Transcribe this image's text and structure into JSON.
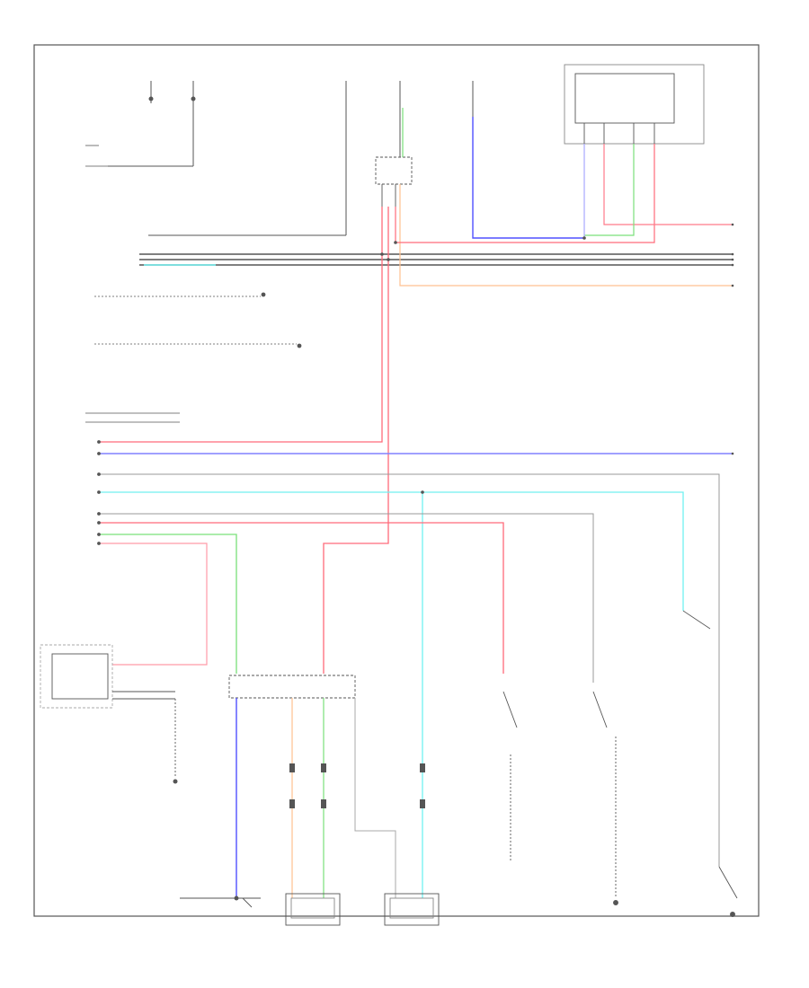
{
  "diagram": {
    "title": "",
    "footer_code": "",
    "colors": {
      "frame": "#555555",
      "wire_black": "#555555",
      "wire_gray": "#bbbbbb",
      "wire_red": "#ff6a7a",
      "wire_pink": "#ff9aa8",
      "wire_blue": "#5050ff",
      "wire_lavender": "#a8a8ff",
      "wire_green": "#7ae07a",
      "wire_cyan": "#70f0f0",
      "wire_orange": "#ffc090"
    },
    "components": [
      {
        "id": "fuse-top-left",
        "name": "fuse-top-left",
        "label": ""
      },
      {
        "id": "fuse-top-center",
        "name": "fuse-top-center",
        "label": ""
      },
      {
        "id": "fuse-top-right",
        "name": "fuse-top-right",
        "label": ""
      },
      {
        "id": "relay-box-top-right",
        "name": "relay-box-top-right",
        "label": ""
      },
      {
        "id": "junction-connector-top",
        "name": "junction-connector-top",
        "label": ""
      },
      {
        "id": "main-ecu-connector",
        "name": "main-ecu-connector",
        "label": ""
      },
      {
        "id": "combination-switch",
        "name": "combination-switch",
        "label": ""
      },
      {
        "id": "center-connector-block",
        "name": "center-connector-block",
        "label": ""
      },
      {
        "id": "door-switch-left",
        "name": "door-switch-left",
        "label": ""
      },
      {
        "id": "door-switch-center",
        "name": "door-switch-center",
        "label": ""
      },
      {
        "id": "door-switch-right",
        "name": "door-switch-right",
        "label": ""
      },
      {
        "id": "door-lock-actuator-rear-left",
        "name": "door-lock-actuator-rear-left",
        "label": ""
      },
      {
        "id": "door-lock-actuator-rear-right",
        "name": "door-lock-actuator-rear-right",
        "label": ""
      },
      {
        "id": "door-lock-motor-front-left",
        "name": "door-lock-motor-front-left",
        "label": ""
      },
      {
        "id": "ground-point-left",
        "name": "ground-point-left",
        "label": ""
      },
      {
        "id": "ground-point-bottom-right",
        "name": "ground-point-bottom-right",
        "label": ""
      },
      {
        "id": "tailgate-switch",
        "name": "tailgate-switch",
        "label": ""
      }
    ],
    "wires": [
      {
        "id": "w-red-main",
        "color": "red"
      },
      {
        "id": "w-pink-vertical",
        "color": "pink"
      },
      {
        "id": "w-blue-left",
        "color": "blue"
      },
      {
        "id": "w-blue-bus",
        "color": "lavender"
      },
      {
        "id": "w-green-vertical",
        "color": "green"
      },
      {
        "id": "w-cyan-bus",
        "color": "cyan"
      },
      {
        "id": "w-orange-bus",
        "color": "orange"
      },
      {
        "id": "w-black-bus",
        "color": "black"
      }
    ]
  }
}
